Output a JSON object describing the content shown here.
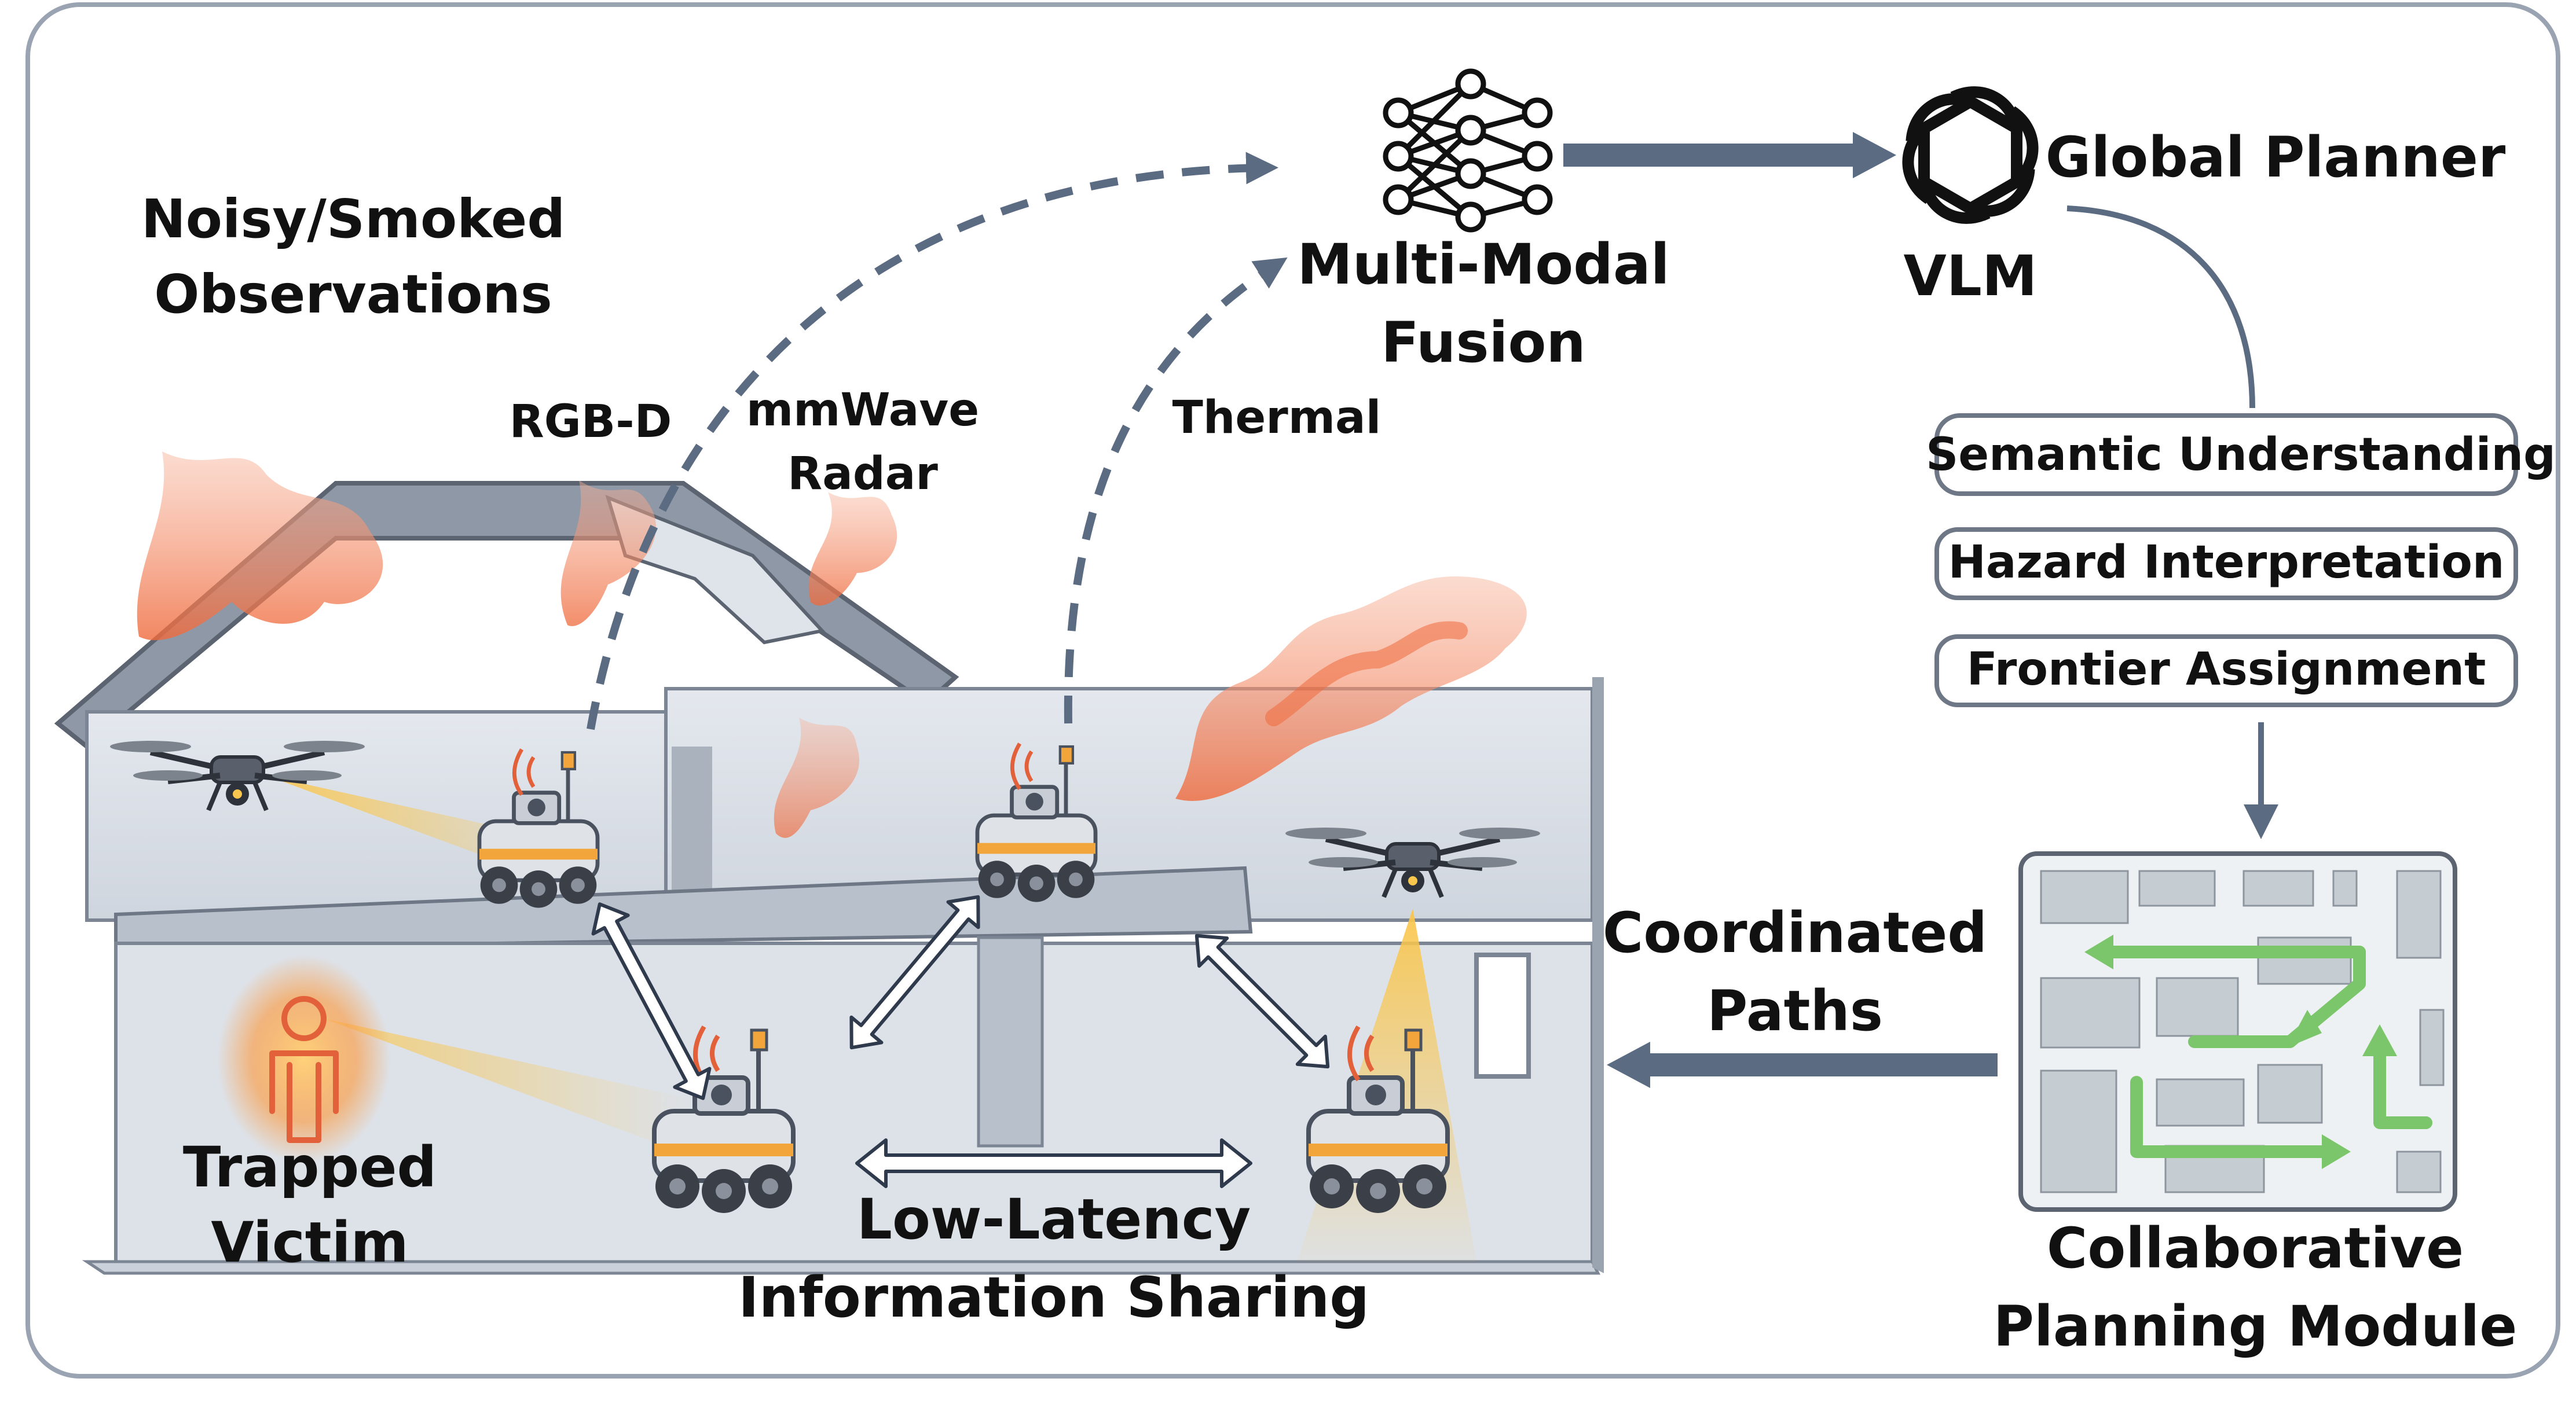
{
  "labels": {
    "observations": [
      "Noisy/Smoked",
      "Observations"
    ],
    "rgbd": "RGB-D",
    "mmwave": [
      "mmWave",
      "Radar"
    ],
    "thermal": "Thermal",
    "fusion": [
      "Multi-Modal",
      "Fusion"
    ],
    "vlm": "VLM",
    "global_planner": "Global Planner",
    "victim": [
      "Trapped",
      "Victim"
    ],
    "sharing": [
      "Low-Latency",
      "Information Sharing"
    ],
    "paths": [
      "Coordinated",
      "Paths"
    ],
    "module": [
      "Collaborative",
      "Planning Module"
    ]
  },
  "planner_tasks": [
    "Semantic Understanding",
    "Hazard Interpretation",
    "Frontier Assignment"
  ],
  "icons": {
    "neural_network": "neural-network-icon",
    "vlm_logo": "openai-knot-icon",
    "drone": "drone-icon",
    "ground_robot": "ground-robot-icon",
    "person": "person-icon",
    "fire": "flame-icon",
    "map": "map-grid-icon"
  },
  "colors": {
    "arrow": "#5b6b82",
    "frame": "#9aa3b2",
    "fire": "#ef6a3c",
    "glow": "#f9c64e",
    "path": "#7bc66a",
    "building": "#c9d0da"
  }
}
